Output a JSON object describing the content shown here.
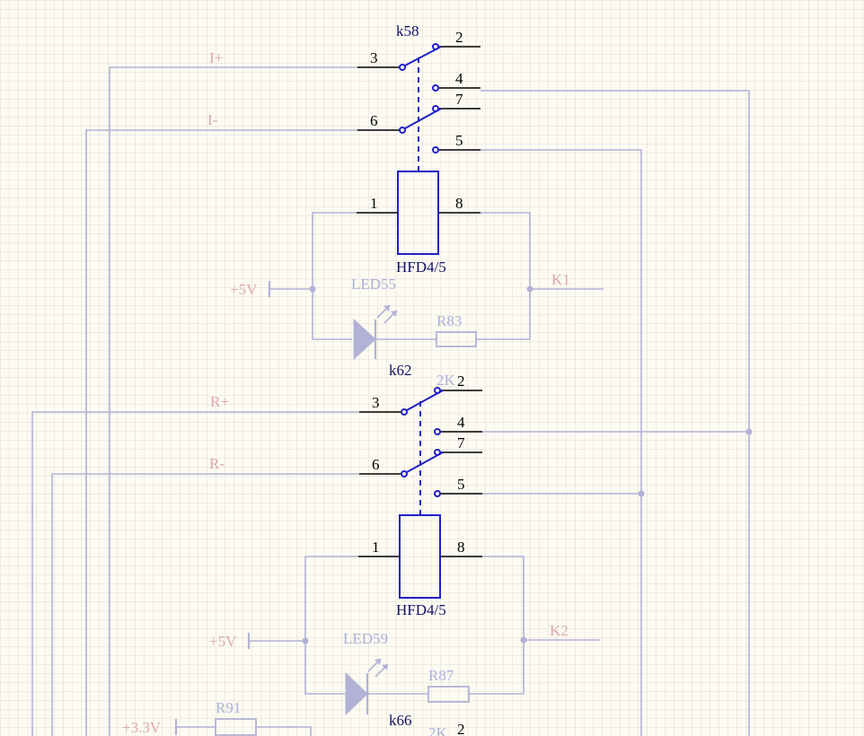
{
  "relays": [
    {
      "designator": "k58",
      "part": "HFD4/5",
      "pins": {
        "p1": "1",
        "p2": "2",
        "p3": "3",
        "p4": "4",
        "p5": "5",
        "p6": "6",
        "p7": "7",
        "p8": "8"
      },
      "net_com_a": "I+",
      "net_com_b": "I-",
      "supply": "+5V",
      "led": "LED55",
      "resistor": "R83",
      "resistor_value": "2K",
      "output_net": "K1"
    },
    {
      "designator": "k62",
      "part": "HFD4/5",
      "pins": {
        "p1": "1",
        "p2": "2",
        "p3": "3",
        "p4": "4",
        "p5": "5",
        "p6": "6",
        "p7": "7",
        "p8": "8"
      },
      "net_com_a": "R+",
      "net_com_b": "R-",
      "supply": "+5V",
      "led": "LED59",
      "resistor": "R87",
      "resistor_value": "2K",
      "output_net": "K2"
    }
  ],
  "bottom": {
    "next_relay": "k66",
    "next_pin": "2",
    "supply": "+3.3V",
    "resistor": "R91"
  },
  "colors": {
    "wire": "#b2b2d6",
    "symbol": "#2020c8",
    "net_label": "#dba8a8",
    "background": "#fdfbf2"
  }
}
